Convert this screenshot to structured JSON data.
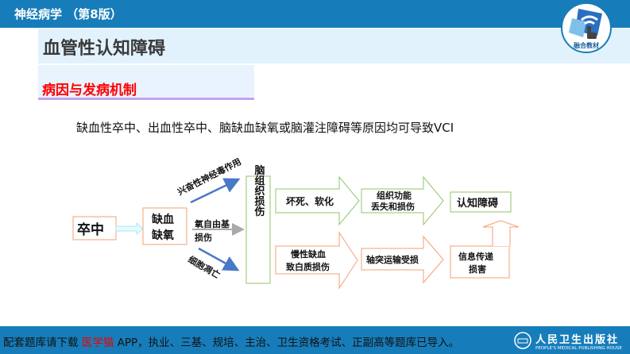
{
  "header": {
    "book_title": "神经病学 （第8版）",
    "logo_text": "融合教材"
  },
  "page": {
    "title": "血管性认知障碍",
    "subtitle": "病因与发病机制",
    "intro": "缺血性卒中、出血性卒中、脑缺血缺氧或脑灌注障碍等原因均可导致VCI"
  },
  "diagram": {
    "stroke": "卒中",
    "ischemia": [
      "缺血",
      "缺氧"
    ],
    "path_upper": "兴奋性神经毒作用",
    "path_middle": [
      "氧自由基",
      "损伤"
    ],
    "path_lower": "细胞凋亡",
    "brain_damage": "脑组织损伤",
    "upper_chain": [
      [
        "坏死、软化"
      ],
      [
        "组织功能",
        "丢失和损伤"
      ]
    ],
    "lower_chain": [
      [
        "慢性缺血",
        "致白质损伤"
      ],
      [
        "轴突运输受损"
      ]
    ],
    "cognitive": "认知障碍",
    "signal": [
      "信息传递",
      "损害"
    ],
    "colors": {
      "green": "#92c66a",
      "orange": "#f3a070",
      "blue_arrow": "#4a78c8"
    }
  },
  "footer": {
    "prefix": "配套题库请下载 ",
    "app": "医学猫",
    "suffix": " APP，执业、三基、规培、主治、卫生资格考试、正副高等题库已导入。",
    "publisher_cn": "人民卫生出版社",
    "publisher_en": "PEOPLE'S MEDICAL PUBLISHING HOUSE"
  }
}
